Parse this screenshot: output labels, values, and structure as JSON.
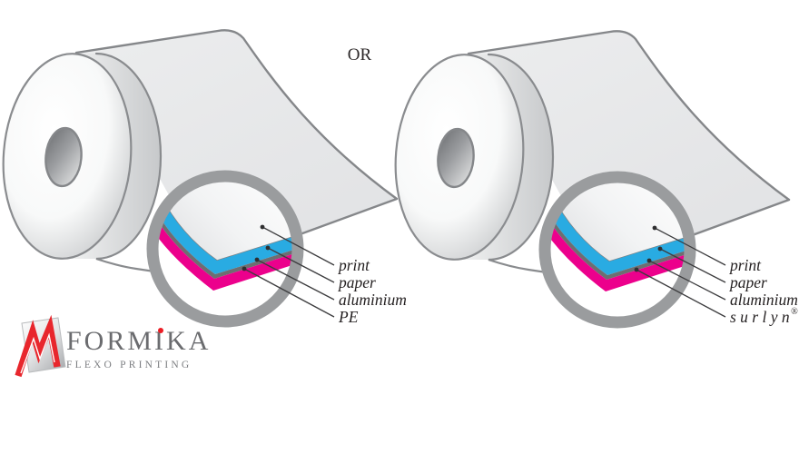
{
  "separator": {
    "or_label": "OR"
  },
  "rolls": [
    {
      "id": "pe-roll",
      "labels": [
        "print",
        "paper",
        "aluminium",
        "PE"
      ]
    },
    {
      "id": "surlyn-roll",
      "labels": [
        "print",
        "paper",
        "aluminium",
        "s u r l y n"
      ],
      "trademark": "®"
    }
  ],
  "logo": {
    "brand_pre": "FORM",
    "brand_i": "I",
    "brand_post": "KA",
    "subtitle": "FLEXO PRINTING"
  },
  "colors": {
    "cyan": "#29ABE2",
    "magenta": "#EC008C",
    "aluminium_gray": "#6D6E71",
    "ring_gray": "#9A9C9E",
    "sheet_gray": "#E7E8EA",
    "outline_gray": "#85878A",
    "logo_red": "#E8272D",
    "brand_gray": "#6B6C6F",
    "text_dark": "#231F20"
  }
}
